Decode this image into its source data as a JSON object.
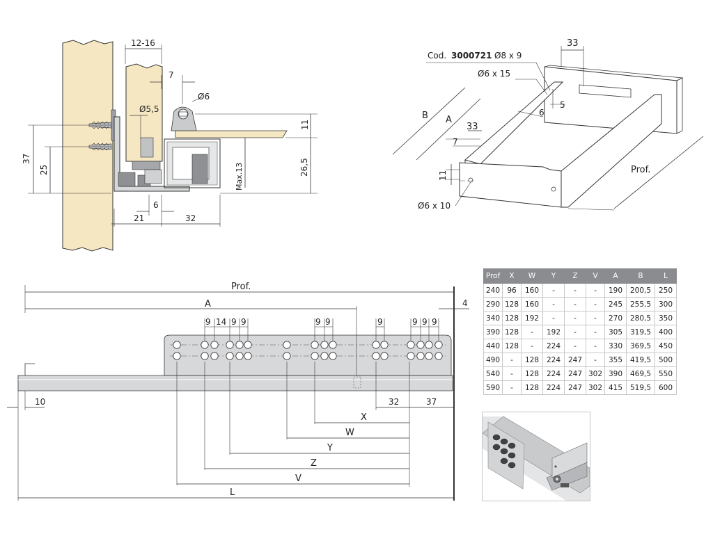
{
  "side_view": {
    "labels": {
      "d12_16": "12-16",
      "d7": "7",
      "d6_hole": "Ø6",
      "d5_5": "Ø5,5",
      "d11": "11",
      "d37": "37",
      "d25": "25",
      "d26_5": "26,5",
      "max13": "Max.13",
      "d6_bottom": "6",
      "d21": "21",
      "d32": "32"
    }
  },
  "iso_view": {
    "cod_prefix": "Cod.",
    "cod_number": "3000721",
    "hole_8x9": "Ø8 x 9",
    "hole_6x15": "Ø6 x 15",
    "hole_6x10": "Ø6 x 10",
    "d33_top": "33",
    "d33_left": "33",
    "d5": "5",
    "d6": "6",
    "d7": "7",
    "d11": "11",
    "B": "B",
    "A": "A",
    "prof": "Prof."
  },
  "bottom_view": {
    "prof": "Prof.",
    "A": "A",
    "d4": "4",
    "d10": "10",
    "d32": "32",
    "d37": "37",
    "X": "X",
    "W": "W",
    "Y": "Y",
    "Z": "Z",
    "V": "V",
    "L": "L",
    "spacing": [
      "9",
      "14",
      "9",
      "9",
      "9",
      "9",
      "9",
      "9",
      "9",
      "9"
    ]
  },
  "table": {
    "headers": [
      "Prof",
      "X",
      "W",
      "Y",
      "Z",
      "V",
      "A",
      "B",
      "L"
    ],
    "rows": [
      [
        "240",
        "96",
        "160",
        "-",
        "-",
        "-",
        "190",
        "200,5",
        "250"
      ],
      [
        "290",
        "128",
        "160",
        "-",
        "-",
        "-",
        "245",
        "255,5",
        "300"
      ],
      [
        "340",
        "128",
        "192",
        "-",
        "-",
        "-",
        "270",
        "280,5",
        "350"
      ],
      [
        "390",
        "128",
        "-",
        "192",
        "-",
        "-",
        "305",
        "319,5",
        "400"
      ],
      [
        "440",
        "128",
        "-",
        "224",
        "-",
        "-",
        "330",
        "369,5",
        "450"
      ],
      [
        "490",
        "-",
        "128",
        "224",
        "247",
        "-",
        "355",
        "419,5",
        "500"
      ],
      [
        "540",
        "-",
        "128",
        "224",
        "247",
        "302",
        "390",
        "469,5",
        "550"
      ],
      [
        "590",
        "-",
        "128",
        "224",
        "247",
        "302",
        "415",
        "519,5",
        "600"
      ]
    ]
  },
  "colors": {
    "wood": "#f6e7c3",
    "metal": "#d7d8da",
    "metal_dark": "#8e9093",
    "table_header": "#8a8c8f"
  }
}
